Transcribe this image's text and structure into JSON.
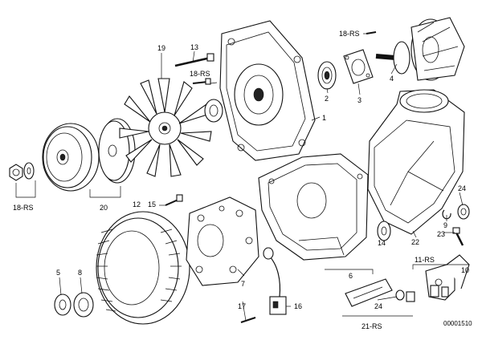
{
  "diagram": {
    "labels": {
      "p1": "1",
      "p2": "2",
      "p3": "3",
      "p4": "4",
      "p5": "5",
      "p6": "6",
      "p7": "7",
      "p8": "8",
      "p9": "9",
      "p10": "10",
      "p11": "11-RS",
      "p12": "12",
      "p13": "13",
      "p14": "14",
      "p15": "15",
      "p16": "16",
      "p17": "17",
      "p18a": "18-RS",
      "p18b": "18-RS",
      "p18c": "18-RS",
      "p19": "19",
      "p20": "20",
      "p21": "21-RS",
      "p22": "22",
      "p23": "23",
      "p24a": "24",
      "p24b": "24"
    },
    "reference_number": "00001510"
  }
}
